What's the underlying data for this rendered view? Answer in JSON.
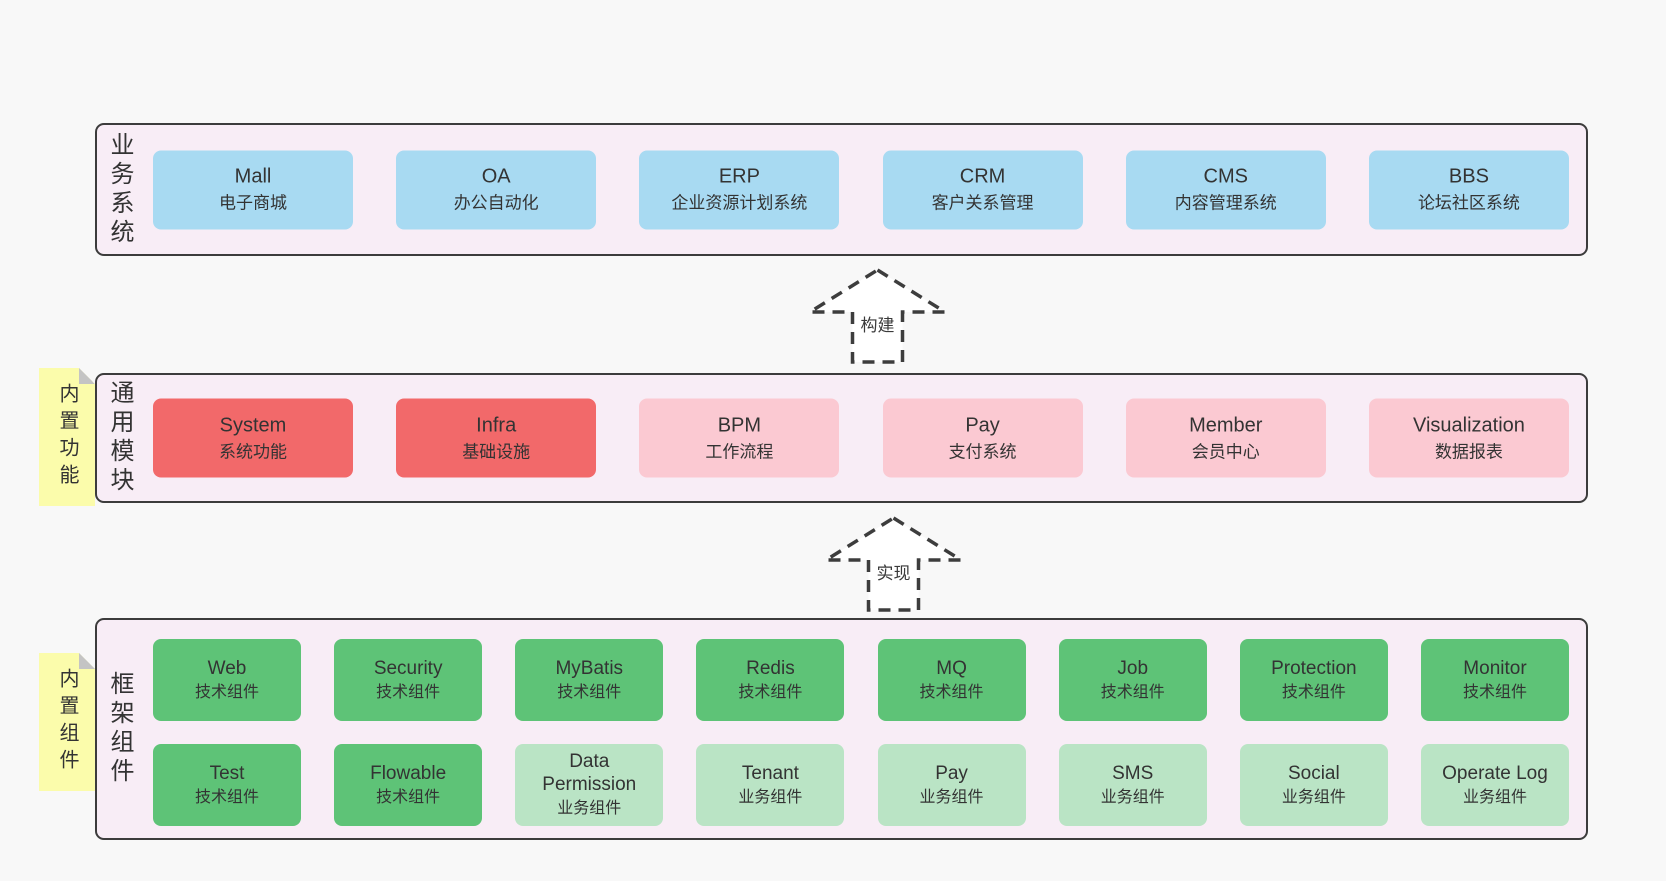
{
  "colors": {
    "page_bg": "#f8f8f8",
    "panel_bg": "#f8edf6",
    "panel_border": "#3c3c3c",
    "box_blue": "#a8daf2",
    "box_red": "#f2696a",
    "box_pink": "#fbc9d2",
    "box_green": "#5ec377",
    "box_green_light": "#bae4c5",
    "note_yellow": "#fbfcab",
    "note_fold_gray": "#c4c4c4",
    "text": "#333333"
  },
  "layers": {
    "business": {
      "label": "业务系统",
      "boxes": [
        {
          "name": "Mall",
          "desc": "电子商城"
        },
        {
          "name": "OA",
          "desc": "办公自动化"
        },
        {
          "name": "ERP",
          "desc": "企业资源计划系统"
        },
        {
          "name": "CRM",
          "desc": "客户关系管理"
        },
        {
          "name": "CMS",
          "desc": "内容管理系统"
        },
        {
          "name": "BBS",
          "desc": "论坛社区系统"
        }
      ]
    },
    "modules": {
      "label": "通用模块",
      "note": "内置功能",
      "boxes": [
        {
          "name": "System",
          "desc": "系统功能"
        },
        {
          "name": "Infra",
          "desc": "基础设施"
        },
        {
          "name": "BPM",
          "desc": "工作流程"
        },
        {
          "name": "Pay",
          "desc": "支付系统"
        },
        {
          "name": "Member",
          "desc": "会员中心"
        },
        {
          "name": "Visualization",
          "desc": "数据报表"
        }
      ]
    },
    "framework": {
      "label": "框架组件",
      "note": "内置组件",
      "row1": [
        {
          "name": "Web",
          "desc": "技术组件"
        },
        {
          "name": "Security",
          "desc": "技术组件"
        },
        {
          "name": "MyBatis",
          "desc": "技术组件"
        },
        {
          "name": "Redis",
          "desc": "技术组件"
        },
        {
          "name": "MQ",
          "desc": "技术组件"
        },
        {
          "name": "Job",
          "desc": "技术组件"
        },
        {
          "name": "Protection",
          "desc": "技术组件"
        },
        {
          "name": "Monitor",
          "desc": "技术组件"
        }
      ],
      "row2": [
        {
          "name": "Test",
          "desc": "技术组件"
        },
        {
          "name": "Flowable",
          "desc": "技术组件"
        },
        {
          "name": "Data Permission",
          "desc": "业务组件"
        },
        {
          "name": "Tenant",
          "desc": "业务组件"
        },
        {
          "name": "Pay",
          "desc": "业务组件"
        },
        {
          "name": "SMS",
          "desc": "业务组件"
        },
        {
          "name": "Social",
          "desc": "业务组件"
        },
        {
          "name": "Operate Log",
          "desc": "业务组件"
        }
      ]
    }
  },
  "arrows": {
    "build": "构建",
    "implement": "实现"
  }
}
